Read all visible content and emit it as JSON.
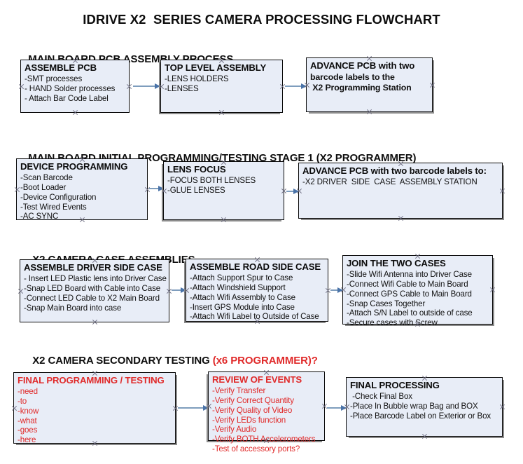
{
  "document": {
    "title": "IDRIVE X2  SERIES CAMERA PROCESSING FLOWCHART"
  },
  "sections": [
    {
      "id": "main-board-pcb-assembly-process",
      "heading": "MAIN BOARD PCB ASSEMBLY PROCESS",
      "heading_suffix": "",
      "nodes": [
        {
          "id": "assemble-pcb",
          "title": "ASSEMBLE PCB",
          "lines": [
            "-SMT processes",
            "- HAND Solder processes",
            "- Attach Bar Code Label"
          ]
        },
        {
          "id": "top-level-assembly",
          "title": "TOP LEVEL ASSEMBLY",
          "lines": [
            "-LENS HOLDERS",
            "-LENSES"
          ]
        },
        {
          "id": "advance-pcb-to-x2-programming-station",
          "title": "ADVANCE PCB with two",
          "lines": [
            "barcode labels to the",
            " X2 Programming Station"
          ]
        }
      ]
    },
    {
      "id": "main-board-initial-programming-testing-stage-1",
      "heading": "MAIN BOARD INITIAL PROGRAMMING/TESTING STAGE 1 (X2 PROGRAMMER)",
      "heading_suffix": "",
      "nodes": [
        {
          "id": "device-programming",
          "title": "DEVICE PROGRAMMING",
          "lines": [
            "-Scan Barcode",
            "-Boot Loader",
            "-Device Configuration",
            "-Test Wired Events",
            "-AC SYNC"
          ]
        },
        {
          "id": "lens-focus",
          "title": "LENS FOCUS",
          "lines": [
            "-FOCUS BOTH LENSES",
            "-GLUE LENSES"
          ]
        },
        {
          "id": "advance-pcb-to-driver-side-case-assembly",
          "title": "ADVANCE PCB with two barcode labels to:",
          "lines": [
            "-X2 DRIVER  SIDE  CASE  ASSEMBLY STATION"
          ]
        }
      ]
    },
    {
      "id": "x2-camera-case-assemblies",
      "heading": "X2 CAMERA CASE ASSEMBLIES",
      "heading_suffix": "",
      "nodes": [
        {
          "id": "assemble-driver-side-case",
          "title": "ASSEMBLE DRIVER SIDE CASE",
          "lines": [
            "- Insert LED Plastic lens into Driver Case",
            "-Snap LED Board with Cable into Case",
            "-Connect LED Cable to X2 Main Board",
            "-Snap Main Board into case"
          ]
        },
        {
          "id": "assemble-road-side-case",
          "title": "ASSEMBLE ROAD SIDE CASE",
          "lines": [
            "-Attach Support Spur to Case",
            "-Attach Windshield Support",
            "-Attach Wifi Assembly to Case",
            "-Insert GPS Module into Case",
            "-Attach Wifi Label to Outside of Case"
          ]
        },
        {
          "id": "join-the-two-cases",
          "title": "JOIN THE TWO CASES",
          "lines": [
            "-Slide Wifi Antenna into Driver Case",
            "-Connect Wifi Cable to Main Board",
            "-Connect GPS Cable to Main Board",
            "-Snap Cases Together",
            "-Attach S/N Label to outside of case",
            "-Secure cases with Screw"
          ]
        }
      ]
    },
    {
      "id": "x2-camera-secondary-testing",
      "heading": "X2 CAMERA SECONDARY TESTING ",
      "heading_suffix": "(x6 PROGRAMMER)?",
      "nodes": [
        {
          "id": "final-programming-testing",
          "title": "FINAL PROGRAMMING / TESTING",
          "lines": [
            "-need",
            "-to",
            "-know",
            "-what",
            "-goes",
            "-here"
          ]
        },
        {
          "id": "review-of-events",
          "title": "REVIEW OF EVENTS",
          "lines": [
            "-Verify Transfer",
            "-Verify Correct Quantity",
            "-Verify Quality of Video",
            "-Verify LEDs function",
            "-Verify Audio",
            "-Verify BOTH Accelerometers",
            "-Test of accessory ports?"
          ]
        },
        {
          "id": "final-processing",
          "title": "FINAL PROCESSING",
          "lines": [
            " -Check Final Box",
            "-Place In Bubble wrap Bag and BOX",
            "-Place Barcode Label on Exterior or Box"
          ]
        }
      ]
    }
  ],
  "colors": {
    "box_fill": "#e8edf7",
    "box_border": "#0a0a0a",
    "box_shadow": "#8b8b8b",
    "arrow": "#7e9dbd",
    "arrow_head": "#4a73a8",
    "text": "#111111",
    "accent_red": "#e02a2a",
    "handle": "#6e6e82",
    "background": "#ffffff"
  }
}
